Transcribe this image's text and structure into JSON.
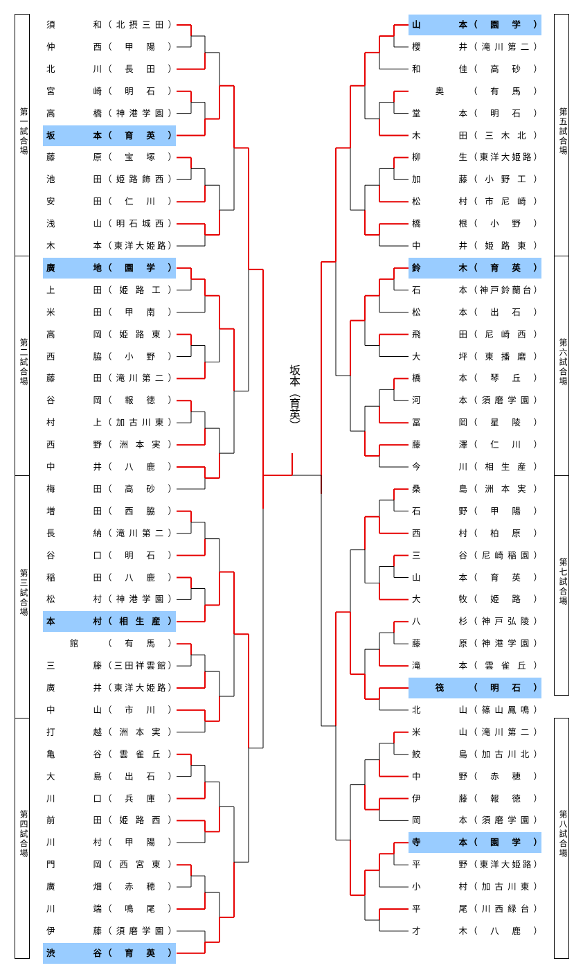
{
  "venues": {
    "left": [
      "第一試合場",
      "第二試合場",
      "第三試合場",
      "第四試合場"
    ],
    "right": [
      "第五試合場",
      "第六試合場",
      "第七試合場",
      "第八試合場"
    ]
  },
  "champion": "坂本（育英）",
  "left_players": [
    {
      "s": "須和",
      "sc": "北摂三田",
      "hl": false
    },
    {
      "s": "仲西",
      "sc": "甲陽",
      "hl": false
    },
    {
      "s": "北川",
      "sc": "長田",
      "hl": false
    },
    {
      "s": "宮崎",
      "sc": "明石",
      "hl": false
    },
    {
      "s": "高橋",
      "sc": "神港学園",
      "hl": false
    },
    {
      "s": "坂本",
      "sc": "育英",
      "hl": true
    },
    {
      "s": "藤原",
      "sc": "宝塚",
      "hl": false
    },
    {
      "s": "池田",
      "sc": "姫路飾西",
      "hl": false
    },
    {
      "s": "安田",
      "sc": "仁川",
      "hl": false
    },
    {
      "s": "浅山",
      "sc": "明石城西",
      "hl": false
    },
    {
      "s": "木本",
      "sc": "東洋大姫路",
      "hl": false
    },
    {
      "s": "廣地",
      "sc": "園学",
      "hl": true
    },
    {
      "s": "上田",
      "sc": "姫路工",
      "hl": false
    },
    {
      "s": "米田",
      "sc": "甲南",
      "hl": false
    },
    {
      "s": "高岡",
      "sc": "姫路東",
      "hl": false
    },
    {
      "s": "西脇",
      "sc": "小野",
      "hl": false
    },
    {
      "s": "藤田",
      "sc": "滝川第二",
      "hl": false
    },
    {
      "s": "谷岡",
      "sc": "報徳",
      "hl": false
    },
    {
      "s": "村上",
      "sc": "加古川東",
      "hl": false
    },
    {
      "s": "西野",
      "sc": "洲本実",
      "hl": false
    },
    {
      "s": "中井",
      "sc": "八鹿",
      "hl": false
    },
    {
      "s": "梅田",
      "sc": "高砂",
      "hl": false
    },
    {
      "s": "増田",
      "sc": "西脇",
      "hl": false
    },
    {
      "s": "長納",
      "sc": "滝川第二",
      "hl": false
    },
    {
      "s": "谷口",
      "sc": "明石",
      "hl": false
    },
    {
      "s": "稲田",
      "sc": "八鹿",
      "hl": false
    },
    {
      "s": "松村",
      "sc": "神港学園",
      "hl": false
    },
    {
      "s": "本村",
      "sc": "相生産",
      "hl": true
    },
    {
      "s": "館",
      "sc": "有馬",
      "hl": false
    },
    {
      "s": "三籐",
      "sc": "三田祥雲館",
      "hl": false
    },
    {
      "s": "廣井",
      "sc": "東洋大姫路",
      "hl": false
    },
    {
      "s": "中山",
      "sc": "市川",
      "hl": false
    },
    {
      "s": "打越",
      "sc": "洲本実",
      "hl": false
    },
    {
      "s": "亀谷",
      "sc": "雲雀丘",
      "hl": false
    },
    {
      "s": "大島",
      "sc": "出石",
      "hl": false
    },
    {
      "s": "川口",
      "sc": "兵庫",
      "hl": false
    },
    {
      "s": "前田",
      "sc": "姫路西",
      "hl": false
    },
    {
      "s": "川村",
      "sc": "甲陽",
      "hl": false
    },
    {
      "s": "門岡",
      "sc": "西宮東",
      "hl": false
    },
    {
      "s": "廣畑",
      "sc": "赤穂",
      "hl": false
    },
    {
      "s": "川端",
      "sc": "鳴尾",
      "hl": false
    },
    {
      "s": "伊藤",
      "sc": "須磨学園",
      "hl": false
    },
    {
      "s": "渋谷",
      "sc": "育英",
      "hl": true
    }
  ],
  "right_players": [
    {
      "s": "山本",
      "sc": "園学",
      "hl": true
    },
    {
      "s": "櫻井",
      "sc": "滝川第二",
      "hl": false
    },
    {
      "s": "和佳",
      "sc": "高砂",
      "hl": false
    },
    {
      "s": "奥",
      "sc": "有馬",
      "hl": false
    },
    {
      "s": "堂本",
      "sc": "明石",
      "hl": false
    },
    {
      "s": "木田",
      "sc": "三木北",
      "hl": false
    },
    {
      "s": "柳生",
      "sc": "東洋大姫路",
      "hl": false
    },
    {
      "s": "加藤",
      "sc": "小野工",
      "hl": false
    },
    {
      "s": "松村",
      "sc": "市尼崎",
      "hl": false
    },
    {
      "s": "橋根",
      "sc": "小野",
      "hl": false
    },
    {
      "s": "中井",
      "sc": "姫路東",
      "hl": false
    },
    {
      "s": "鈴木",
      "sc": "育英",
      "hl": true
    },
    {
      "s": "石本",
      "sc": "神戸鈴蘭台",
      "hl": false
    },
    {
      "s": "松本",
      "sc": "出石",
      "hl": false
    },
    {
      "s": "飛田",
      "sc": "尼崎西",
      "hl": false
    },
    {
      "s": "大坪",
      "sc": "東播磨",
      "hl": false
    },
    {
      "s": "橋本",
      "sc": "琴丘",
      "hl": false
    },
    {
      "s": "河本",
      "sc": "須磨学園",
      "hl": false
    },
    {
      "s": "冨岡",
      "sc": "星陵",
      "hl": false
    },
    {
      "s": "藤澤",
      "sc": "仁川",
      "hl": false
    },
    {
      "s": "今川",
      "sc": "相生産",
      "hl": false
    },
    {
      "s": "桑島",
      "sc": "洲本実",
      "hl": false
    },
    {
      "s": "石野",
      "sc": "甲陽",
      "hl": false
    },
    {
      "s": "西村",
      "sc": "柏原",
      "hl": false
    },
    {
      "s": "三谷",
      "sc": "尼崎稲園",
      "hl": false
    },
    {
      "s": "山本",
      "sc": "育英",
      "hl": false
    },
    {
      "s": "大牧",
      "sc": "姫路",
      "hl": false
    },
    {
      "s": "八杉",
      "sc": "神戸弘陵",
      "hl": false
    },
    {
      "s": "藤原",
      "sc": "神港学園",
      "hl": false
    },
    {
      "s": "滝本",
      "sc": "雲雀丘",
      "hl": false
    },
    {
      "s": "筏",
      "sc": "明石",
      "hl": true
    },
    {
      "s": "北山",
      "sc": "篠山鳳鳴",
      "hl": false
    },
    {
      "s": "米山",
      "sc": "滝川第二",
      "hl": false
    },
    {
      "s": "鮫島",
      "sc": "加古川北",
      "hl": false
    },
    {
      "s": "中野",
      "sc": "赤穂",
      "hl": false
    },
    {
      "s": "伊藤",
      "sc": "報徳",
      "hl": false
    },
    {
      "s": "岡本",
      "sc": "須磨学園",
      "hl": false
    },
    {
      "s": "寺本",
      "sc": "園学",
      "hl": true
    },
    {
      "s": "平野",
      "sc": "東洋大姫路",
      "hl": false
    },
    {
      "s": "小村",
      "sc": "加古川東",
      "hl": false
    },
    {
      "s": "平尾",
      "sc": "川西緑台",
      "hl": false
    },
    {
      "s": "才木",
      "sc": "八鹿",
      "hl": false
    }
  ],
  "colors": {
    "winner_line": "#e60000",
    "line": "#000000",
    "highlight": "#99ccff"
  }
}
